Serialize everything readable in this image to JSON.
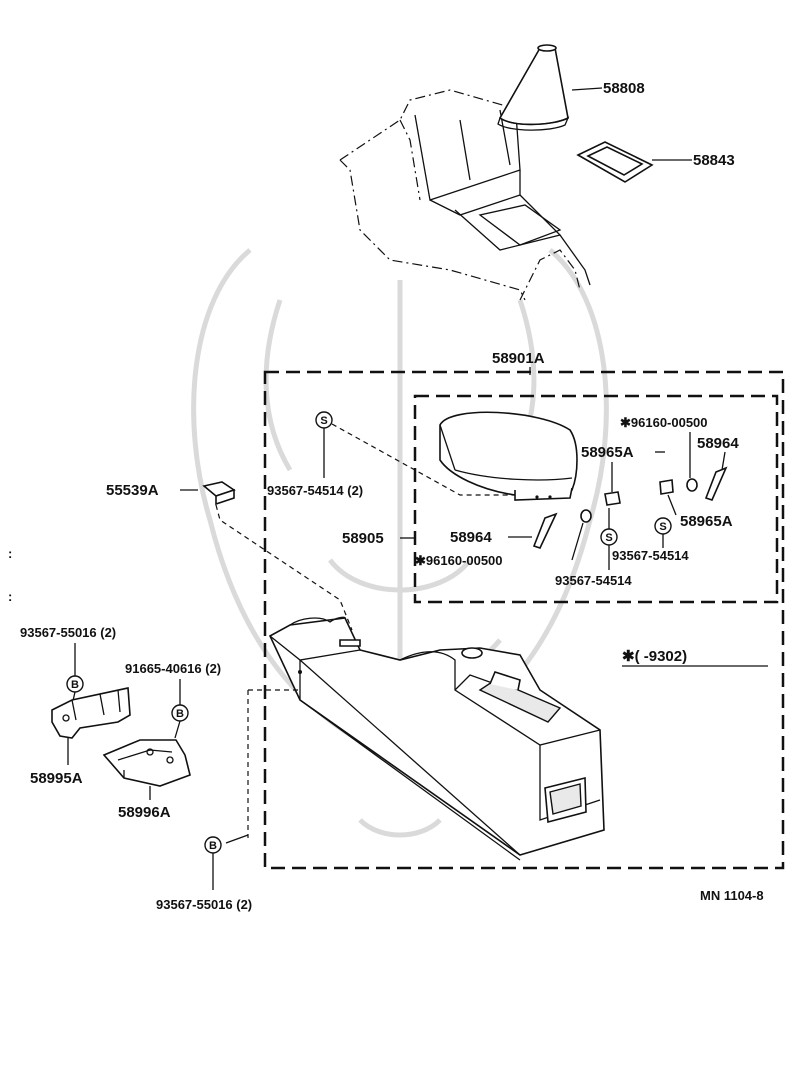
{
  "labels": {
    "p58808": "58808",
    "p58843": "58843",
    "p58901A": "58901A",
    "p96160a": "✱96160-00500",
    "p58964a": "58964",
    "p58965Aa": "58965A",
    "p55539A": "55539A",
    "p93567_54514_2": "93567-54514 (2)",
    "p58905": "58905",
    "p58964b": "58964",
    "p58965Ab": "58965A",
    "p93567_54514a": "93567-54514",
    "p96160b": "✱96160-00500",
    "p93567_54514b": "93567-54514",
    "p93567_55016_top": "93567-55016 (2)",
    "p91665": "91665-40616 (2)",
    "p58995A": "58995A",
    "p58996A": "58996A",
    "p93567_55016_bottom": "93567-55016 (2)",
    "date_range": "✱(      -9302)",
    "ref": "MN 1104-8"
  },
  "symbols": {
    "s": "S",
    "b": "B"
  }
}
